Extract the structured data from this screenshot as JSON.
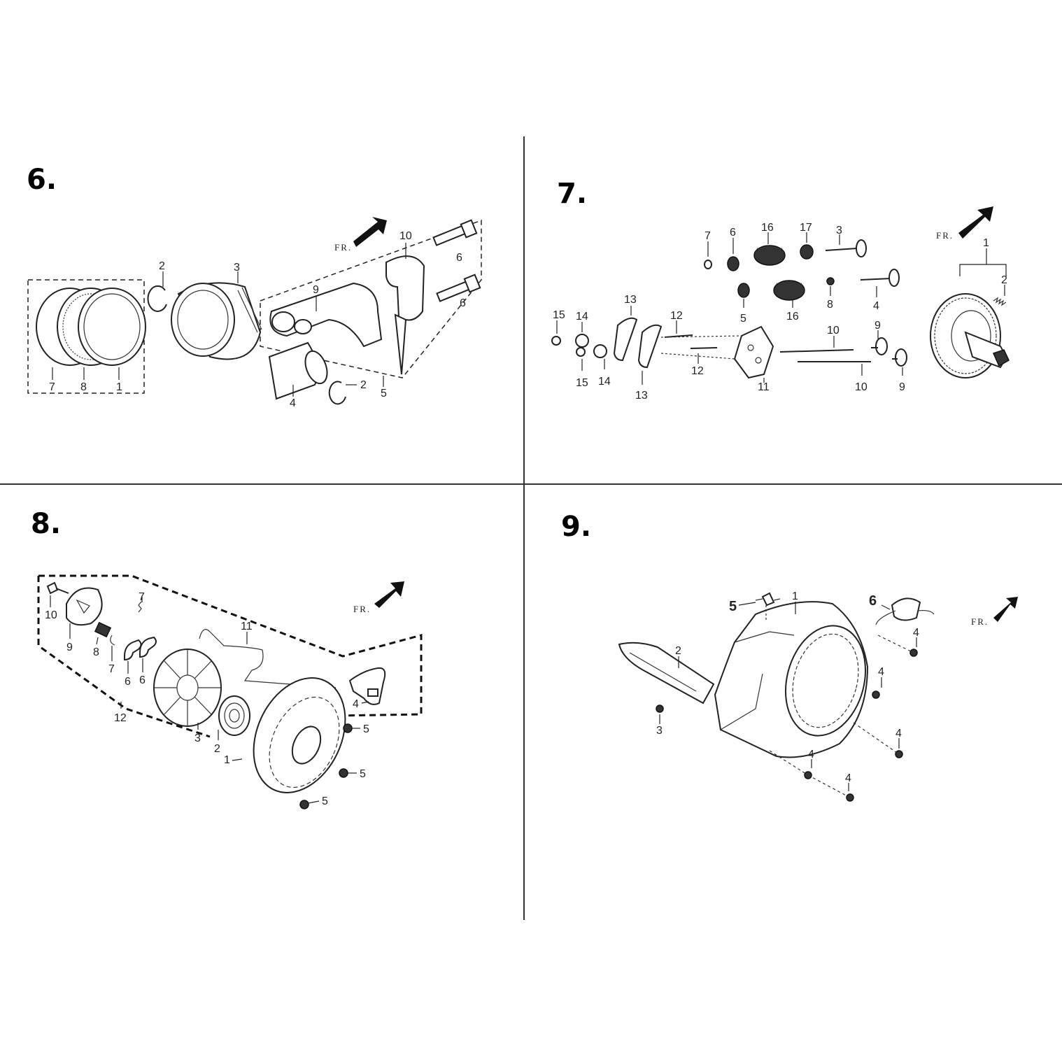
{
  "panels": [
    {
      "number": "6.",
      "fr_label": "FR.",
      "labels": [
        "2",
        "3",
        "10",
        "6",
        "6",
        "9",
        "7",
        "8",
        "1",
        "2",
        "5",
        "4"
      ]
    },
    {
      "number": "7.",
      "fr_label": "FR.",
      "labels": [
        "7",
        "6",
        "16",
        "17",
        "3",
        "1",
        "2",
        "5",
        "16",
        "8",
        "4",
        "13",
        "15",
        "14",
        "12",
        "10",
        "9",
        "12",
        "15",
        "14",
        "13",
        "11",
        "10",
        "9"
      ]
    },
    {
      "number": "8.",
      "fr_label": "FR.",
      "labels": [
        "10",
        "9",
        "8",
        "7",
        "7",
        "6",
        "6",
        "11",
        "12",
        "3",
        "2",
        "1",
        "4",
        "5",
        "5",
        "5"
      ]
    },
    {
      "number": "9.",
      "fr_label": "FR.",
      "labels": [
        "5",
        "1",
        "6",
        "4",
        "2",
        "3",
        "4",
        "4",
        "4",
        "4"
      ]
    }
  ],
  "colors": {
    "line": "#222222",
    "background": "#ffffff",
    "divider": "#333333"
  }
}
